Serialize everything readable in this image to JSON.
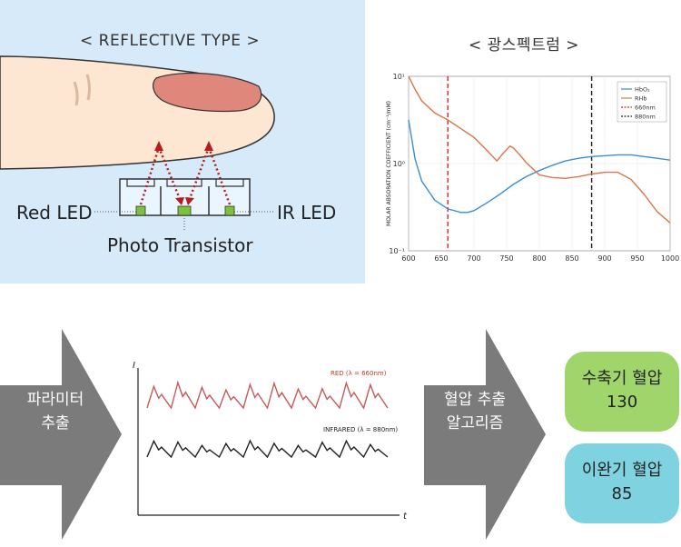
{
  "sensor_panel": {
    "title": "< REFLECTIVE TYPE >",
    "red_led_label": "Red LED",
    "ir_led_label": "IR LED",
    "photo_label": "Photo Transistor"
  },
  "spectrum_panel": {
    "title": "< 광스펙트럼 >"
  },
  "flow": {
    "step1": {
      "line1": "파라미터",
      "line2": "추출"
    },
    "step2": {
      "line1": "혈압 추출",
      "line2": "알고리즘"
    }
  },
  "waveform": {
    "y_label": "I",
    "x_label": "t",
    "red_label": "RED (λ = 660nm)",
    "ir_label": "INFRARED (λ = 880nm)"
  },
  "results": {
    "systolic_label": "수축기 혈압",
    "systolic_value": "130",
    "diastolic_label": "이완기 혈압",
    "diastolic_value": "85"
  },
  "chart_data": {
    "type": "line",
    "title": "",
    "xlabel": "",
    "ylabel": "MOLAR ABSORATION COEFFICIENT (cm⁻¹/mM)",
    "xlim": [
      600,
      1000
    ],
    "ylim": [
      -1,
      1
    ],
    "y_scale": "log",
    "x_ticks": [
      600,
      650,
      700,
      750,
      800,
      850,
      900,
      950,
      1000
    ],
    "y_ticks": [
      {
        "v": 1,
        "label": "10¹"
      },
      {
        "v": 0,
        "label": "10⁰"
      },
      {
        "v": -1,
        "label": "10⁻¹"
      }
    ],
    "grid": true,
    "legend_position": "top-right",
    "series": [
      {
        "name": "HbO₂",
        "color": "#3a8fd0",
        "x": [
          600,
          610,
          620,
          640,
          660,
          680,
          690,
          700,
          720,
          740,
          760,
          780,
          800,
          820,
          840,
          860,
          880,
          900,
          920,
          940,
          960,
          980,
          1000
        ],
        "y": [
          0.5,
          0.05,
          -0.2,
          -0.42,
          -0.52,
          -0.56,
          -0.56,
          -0.54,
          -0.45,
          -0.35,
          -0.24,
          -0.15,
          -0.08,
          -0.02,
          0.03,
          0.06,
          0.08,
          0.09,
          0.1,
          0.1,
          0.08,
          0.06,
          0.04
        ]
      },
      {
        "name": "RHb",
        "color": "#d9774a",
        "x": [
          600,
          610,
          620,
          640,
          660,
          680,
          700,
          720,
          735,
          745,
          755,
          760,
          770,
          780,
          790,
          800,
          820,
          840,
          860,
          880,
          900,
          920,
          940,
          960,
          980,
          1000
        ],
        "y": [
          1.0,
          0.85,
          0.72,
          0.58,
          0.5,
          0.4,
          0.3,
          0.15,
          0.03,
          0.12,
          0.2,
          0.18,
          0.1,
          0.01,
          -0.06,
          -0.13,
          -0.16,
          -0.17,
          -0.15,
          -0.12,
          -0.1,
          -0.1,
          -0.18,
          -0.35,
          -0.55,
          -0.68
        ]
      }
    ],
    "vlines": [
      {
        "name": "660nm",
        "x": 660,
        "color": "#e02020",
        "dash": "5,3"
      },
      {
        "name": "880nm",
        "x": 880,
        "color": "#222222",
        "dash": "5,3"
      }
    ]
  }
}
